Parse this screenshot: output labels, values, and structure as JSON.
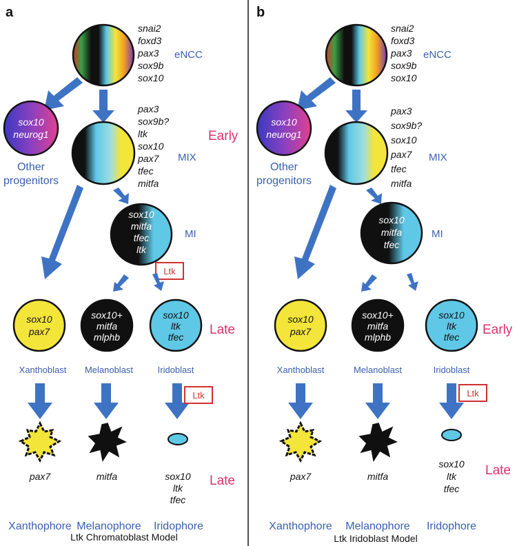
{
  "colors": {
    "arrow": "#3e73c4",
    "stage": "#e0306a",
    "label": "#3a5fb0",
    "ltk": "#d03030",
    "xantho": "#f3e53a",
    "irido": "#5ec8e6"
  },
  "panel_a": {
    "letter": "a",
    "encc_genes": [
      "snai2",
      "foxd3",
      "pax3",
      "sox9b",
      "sox10"
    ],
    "encc_label": "eNCC",
    "other_genes": [
      "sox10",
      "neurog1"
    ],
    "other_label": [
      "Other",
      "progenitors"
    ],
    "mix_genes": [
      "pax3",
      "sox9b?",
      "ltk",
      "sox10",
      "pax7",
      "tfec",
      "mitfa"
    ],
    "mix_label": "MIX",
    "early": "Early",
    "mi_genes": [
      "sox10",
      "mitfa",
      "tfec",
      "ltk"
    ],
    "mi_label": "MI",
    "ltk_box": "Ltk",
    "blast_genes": {
      "xantho": [
        "sox10",
        "pax7"
      ],
      "melano": [
        "sox10+",
        "mitfa",
        "mlphb"
      ],
      "irido": [
        "sox10",
        "ltk",
        "tfec"
      ]
    },
    "blast_stage": "Late",
    "blast_labels": [
      "Xanthoblast",
      "Melanoblast",
      "Iridoblast"
    ],
    "ltk_box2": "Ltk",
    "phore_genes": {
      "xantho": [
        "pax7"
      ],
      "melano": [
        "mitfa"
      ],
      "irido": [
        "sox10",
        "ltk",
        "tfec"
      ]
    },
    "phore_stage": "Late",
    "phore_labels": [
      "Xanthophore",
      "Melanophore",
      "Iridophore"
    ],
    "model": "Ltk Chromatoblast Model"
  },
  "panel_b": {
    "letter": "b",
    "encc_genes": [
      "snai2",
      "foxd3",
      "pax3",
      "sox9b",
      "sox10"
    ],
    "encc_label": "eNCC",
    "other_genes": [
      "sox10",
      "neurog1"
    ],
    "other_label": [
      "Other",
      "progenitors"
    ],
    "mix_genes": [
      "pax3",
      "sox9b?",
      "sox10",
      "pax7",
      "tfec",
      "mitfa"
    ],
    "mix_label": "MIX",
    "mi_genes": [
      "sox10",
      "mitfa",
      "tfec"
    ],
    "mi_label": "MI",
    "blast_genes": {
      "xantho": [
        "sox10",
        "pax7"
      ],
      "melano": [
        "sox10+",
        "mitfa",
        "mlphb"
      ],
      "irido": [
        "sox10",
        "ltk",
        "tfec"
      ]
    },
    "blast_stage": "Early",
    "blast_labels": [
      "Xanthoblast",
      "Melanoblast",
      "Iridoblast"
    ],
    "ltk_box": "Ltk",
    "phore_genes": {
      "xantho": [
        "pax7"
      ],
      "melano": [
        "mitfa"
      ],
      "irido": [
        "sox10",
        "ltk",
        "tfec"
      ]
    },
    "phore_stage": "Late",
    "phore_labels": [
      "Xanthophore",
      "Melanophore",
      "Iridophore"
    ],
    "model": "Ltk Iridoblast Model"
  }
}
